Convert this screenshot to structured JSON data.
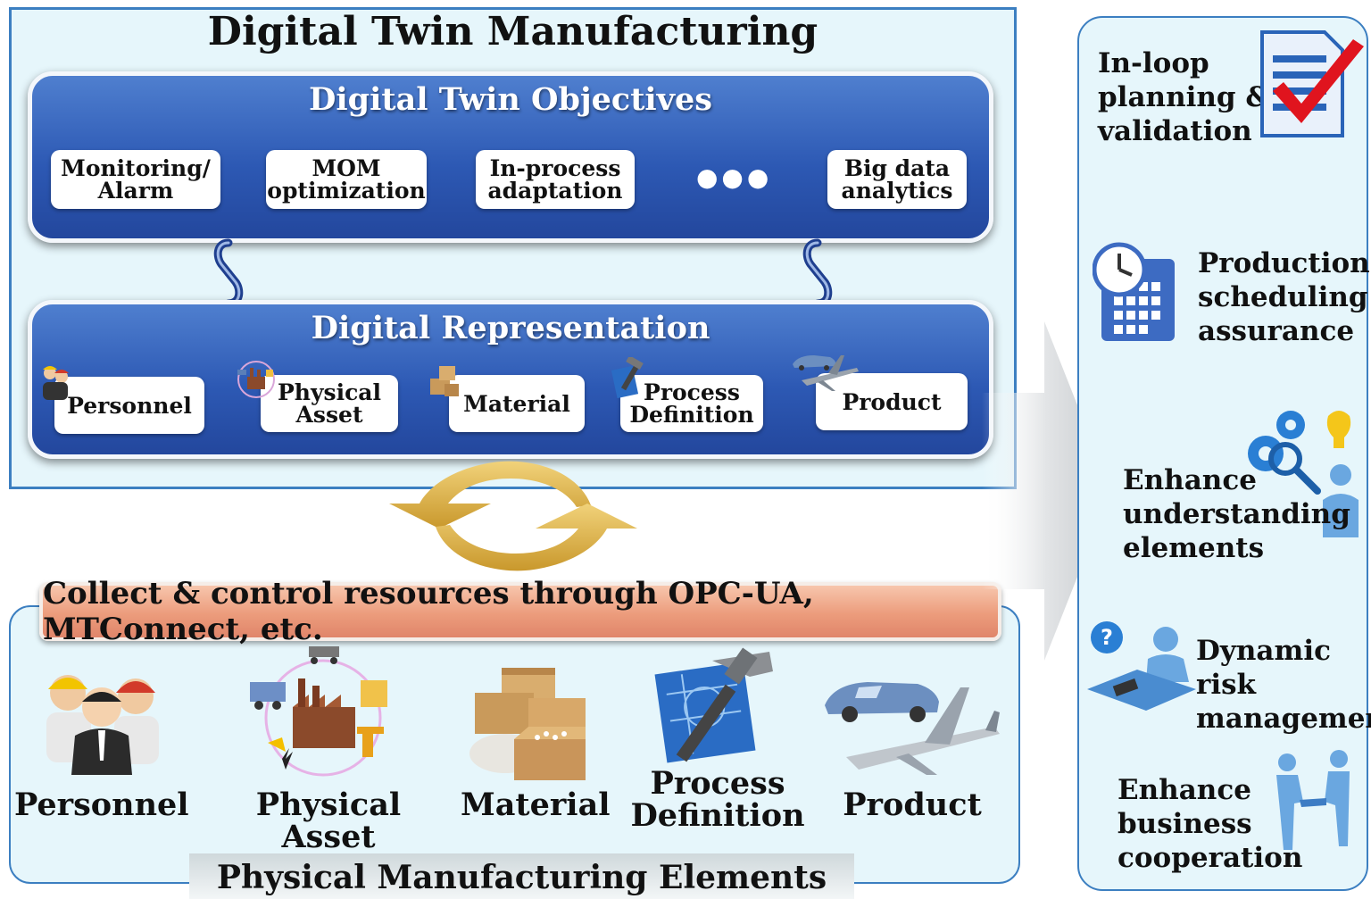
{
  "top_panel": {
    "title": "Digital Twin Manufacturing"
  },
  "objectives": {
    "title": "Digital Twin Objectives",
    "items": [
      {
        "line1": "Monitoring/",
        "line2": "Alarm"
      },
      {
        "line1": "MOM",
        "line2": "optimization"
      },
      {
        "line1": "In-process",
        "line2": "adaptation"
      },
      {
        "line1": "Big data",
        "line2": "analytics"
      }
    ],
    "ellipsis": "●●●"
  },
  "representation": {
    "title": "Digital Representation",
    "items": [
      {
        "line1": "Personnel",
        "line2": ""
      },
      {
        "line1": "Physical",
        "line2": "Asset"
      },
      {
        "line1": "Material",
        "line2": ""
      },
      {
        "line1": "Process",
        "line2": "Definition"
      },
      {
        "line1": "Product",
        "line2": ""
      }
    ]
  },
  "collect_banner": "Collect & control resources through OPC-UA, MTConnect, etc.",
  "physical": {
    "title": "Physical Manufacturing Elements",
    "labels": [
      "Personnel",
      "Physical Asset",
      "Material",
      "Process",
      "Definition",
      "Product"
    ]
  },
  "benefits": [
    {
      "lines": [
        "In-loop",
        "planning &",
        "validation"
      ],
      "icon": "checklist-icon"
    },
    {
      "lines": [
        "Production",
        "scheduling",
        "assurance"
      ],
      "icon": "calendar-clock-icon"
    },
    {
      "lines": [
        "Enhance",
        "understanding",
        "elements"
      ],
      "icon": "gear-magnifier-icon"
    },
    {
      "lines": [
        "Dynamic",
        "risk",
        "management"
      ],
      "icon": "help-desk-icon"
    },
    {
      "lines": [
        "Enhance",
        "business",
        "cooperation"
      ],
      "icon": "handshake-icon"
    }
  ],
  "colors": {
    "panel_bg": "#e6f6fb",
    "panel_border": "#3c7fc1",
    "blue_box": "#2d59b4",
    "banner": "#ec9c7c",
    "sync_arrows": "#d8b24a"
  }
}
